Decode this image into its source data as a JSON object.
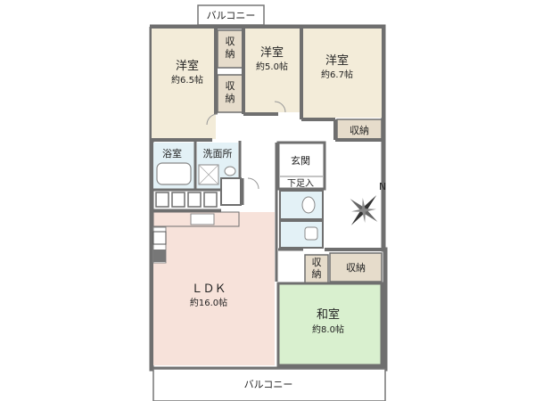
{
  "floorplan": {
    "balcony_top": "バルコニー",
    "balcony_bottom": "バルコニー",
    "rooms": {
      "western_left": {
        "name": "洋室",
        "size": "約6.5帖"
      },
      "western_mid": {
        "name": "洋室",
        "size": "約5.0帖"
      },
      "western_right": {
        "name": "洋室",
        "size": "約6.7帖"
      },
      "ldk": {
        "name": "ＬＤＫ",
        "size": "約16.0帖"
      },
      "japanese": {
        "name": "和室",
        "size": "約8.0帖"
      }
    },
    "storage": {
      "closet_a": "収納",
      "closet_b": "収納",
      "closet_c": "収納",
      "closet_d": "収納",
      "closet_e": "収納"
    },
    "bath": "浴室",
    "washroom": "洗面所",
    "entrance": "玄関",
    "shoe_box": "下足入",
    "compass": "N",
    "colors": {
      "wall": "#6f6f6f",
      "western_floor": "#f3ecd9",
      "ldk_floor": "#f7e2da",
      "japanese_floor": "#d9f0cf",
      "wet_floor": "#e3f1f6",
      "closet_floor": "#e6dccb",
      "balcony_floor": "#ffffff"
    }
  }
}
